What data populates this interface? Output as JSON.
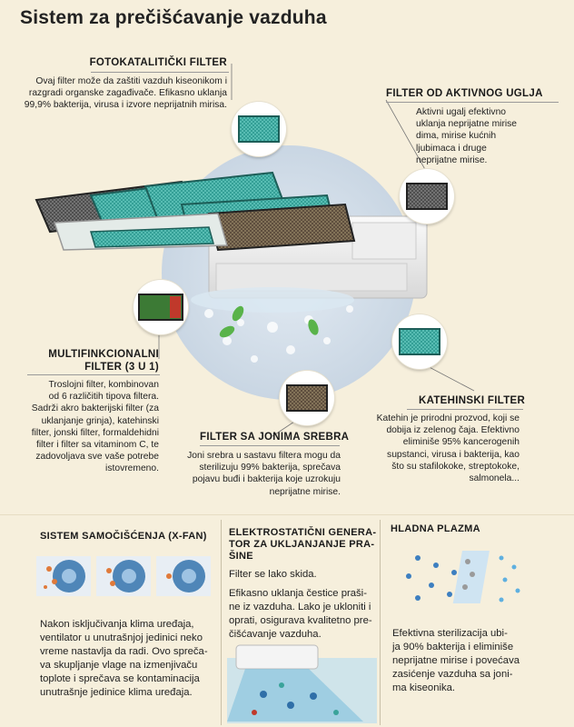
{
  "title": "Sistem za prečišćavanje vazduha",
  "filters": {
    "fotokataliticki": {
      "heading": "FOTOKATALITIČKI FILTER",
      "lines": [
        "Ovaj filter može da zaštiti vazduh kiseonikom i",
        "razgradi organske zagađivače. Efikasno uklanja",
        "99,9% bakterija, virusa i izvore neprijatnih mirisa."
      ]
    },
    "aktivni_ugalj": {
      "heading": "FILTER OD AKTIVNOG UGLJA",
      "lines": [
        "Aktivni ugalj efektivno",
        "uklanja neprijatne mirise",
        "dima, mirise kućnih",
        "ljubimaca i druge",
        "neprijatne mirise."
      ]
    },
    "multifunkcionalni": {
      "heading_line1": "MULTIFINKCIONALNI",
      "heading_line2": "FILTER (3 U 1)",
      "lines": [
        "Troslojni filter, kombinovan",
        "od 6 različitih tipova filtera.",
        "Sadrži akro bakterijski filter (za",
        "uklanjanje grinja), katehinski",
        "filter, jonski filter, formaldehidni",
        "filter i filter sa vitaminom C, te",
        "zadovoljava sve vaše potrebe",
        "istovremeno."
      ]
    },
    "katehinski": {
      "heading": "KATEHINSKI FILTER",
      "lines": [
        "Katehin je prirodni prozvod, koji se",
        "dobija iz zelenog čaja. Efektivno",
        "eliminiše 95% kancerogenih",
        "supstanci, virusa i bakterija, kao",
        "što su stafilokoke, streptokoke,",
        "salmonela..."
      ]
    },
    "joni_srebra": {
      "heading": "FILTER SA JONIMA SREBRA",
      "lines": [
        "Joni srebra u sastavu filtera mogu da",
        "sterilizuju 99% bakterija, sprečava",
        "pojavu buđi i bakterija koje uzrokuju",
        "neprijatne mirise."
      ]
    }
  },
  "bottom": {
    "xfan": {
      "heading": "SISTEM SAMOČIŠĆENJA (X-FAN)",
      "lines": [
        "Nakon isključivanja klima uređaja,",
        "ventilator u unutrašnjoj jedinici neko",
        "vreme nastavlja da radi. Ovo spreča-",
        "va skupljanje vlage na izmenjivaču",
        "toplote i sprečava se kontaminacija",
        "unutrašnje jedinice klima uređaja."
      ]
    },
    "elektro": {
      "heading_line1": "ELEKTROSTATIČNI GENERA-",
      "heading_line2": "TOR ZA UKLJANJANJE PRA-",
      "heading_line3": "ŠINE",
      "p1": "Filter se lako skida.",
      "lines": [
        "Efikasno uklanja čestice praši-",
        "ne iz vazduha. Lako je ukloniti i",
        "oprati, osigurava kvalitetno pre-",
        "čišćavanje vazduha."
      ]
    },
    "plazma": {
      "heading": "HLADNA PLAZMA",
      "lines": [
        "Efektivna sterilizacija ubi-",
        "ja 90% bakterija i eliminiše",
        "neprijatne mirise i povećava",
        "zasićenje vazduha sa joni-",
        "ma kiseonika."
      ]
    }
  },
  "colors": {
    "background": "#f6efdc",
    "circle": "#d3dde8",
    "teal_filter": "#3aa39a",
    "carbon_filter": "#555555"
  },
  "icons": [
    "photocatalytic-filter-icon",
    "carbon-filter-icon",
    "multifunction-filter-icon",
    "catechin-filter-icon",
    "silver-ion-filter-icon",
    "air-conditioner-illustration",
    "fan-illustration",
    "electrostatic-illustration",
    "cold-plasma-illustration"
  ]
}
